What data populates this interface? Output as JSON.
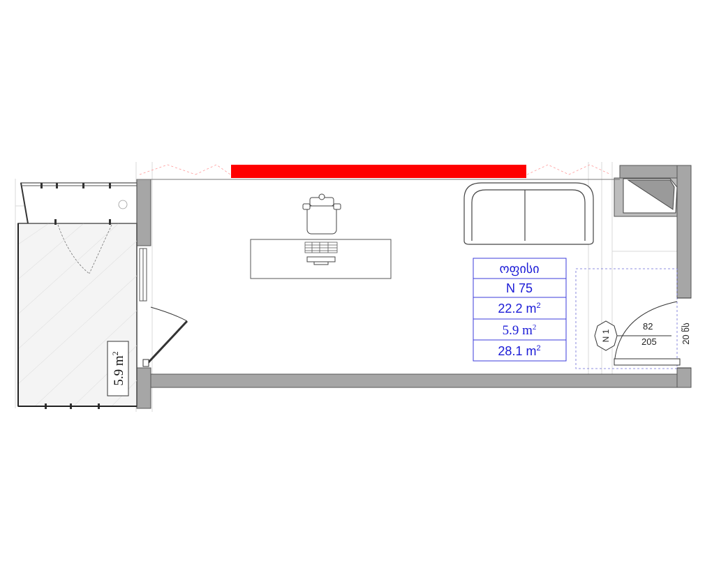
{
  "info_table": {
    "room_name": "ოფისი",
    "unit_number": "N 75",
    "indoor_area": "22.2 m",
    "balcony_area": "5.9 m",
    "total_area": "28.1 m",
    "sup": "2"
  },
  "balcony": {
    "area_label": "5.9 m",
    "sup": "2"
  },
  "elevation": {
    "tag": "N 1",
    "top_value": "82",
    "bottom_value": "205",
    "side_label": "20 წს"
  },
  "colors": {
    "window_highlight": "#ff0000",
    "wall_fill": "#a6a6a6",
    "info_border": "#3b3bdb",
    "info_text": "#1a1ad6"
  }
}
